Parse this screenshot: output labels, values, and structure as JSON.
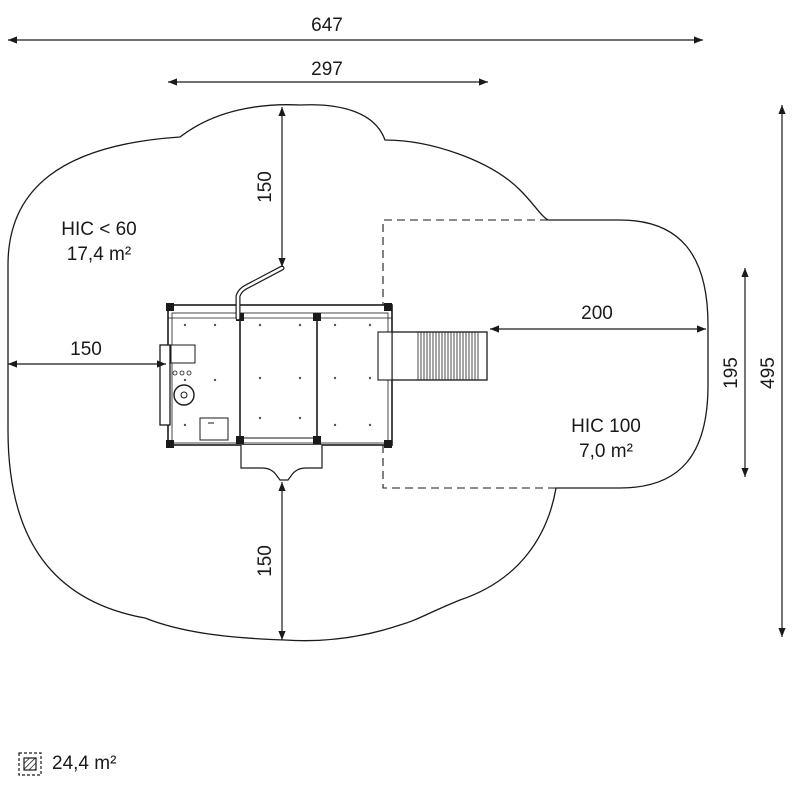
{
  "dimensions": {
    "overall_width": "647",
    "structure_width": "297",
    "top_clearance": "150",
    "left_clearance": "150",
    "bottom_clearance": "150",
    "slide_clearance": "200",
    "slide_zone_height": "195",
    "overall_depth": "495"
  },
  "zones": {
    "main": {
      "label": "HIC < 60",
      "area": "17,4 m²"
    },
    "slide": {
      "label": "HIC 100",
      "area": "7,0 m²"
    }
  },
  "legend": {
    "icon": "hatched-area-icon",
    "label": "24,4 m²"
  }
}
